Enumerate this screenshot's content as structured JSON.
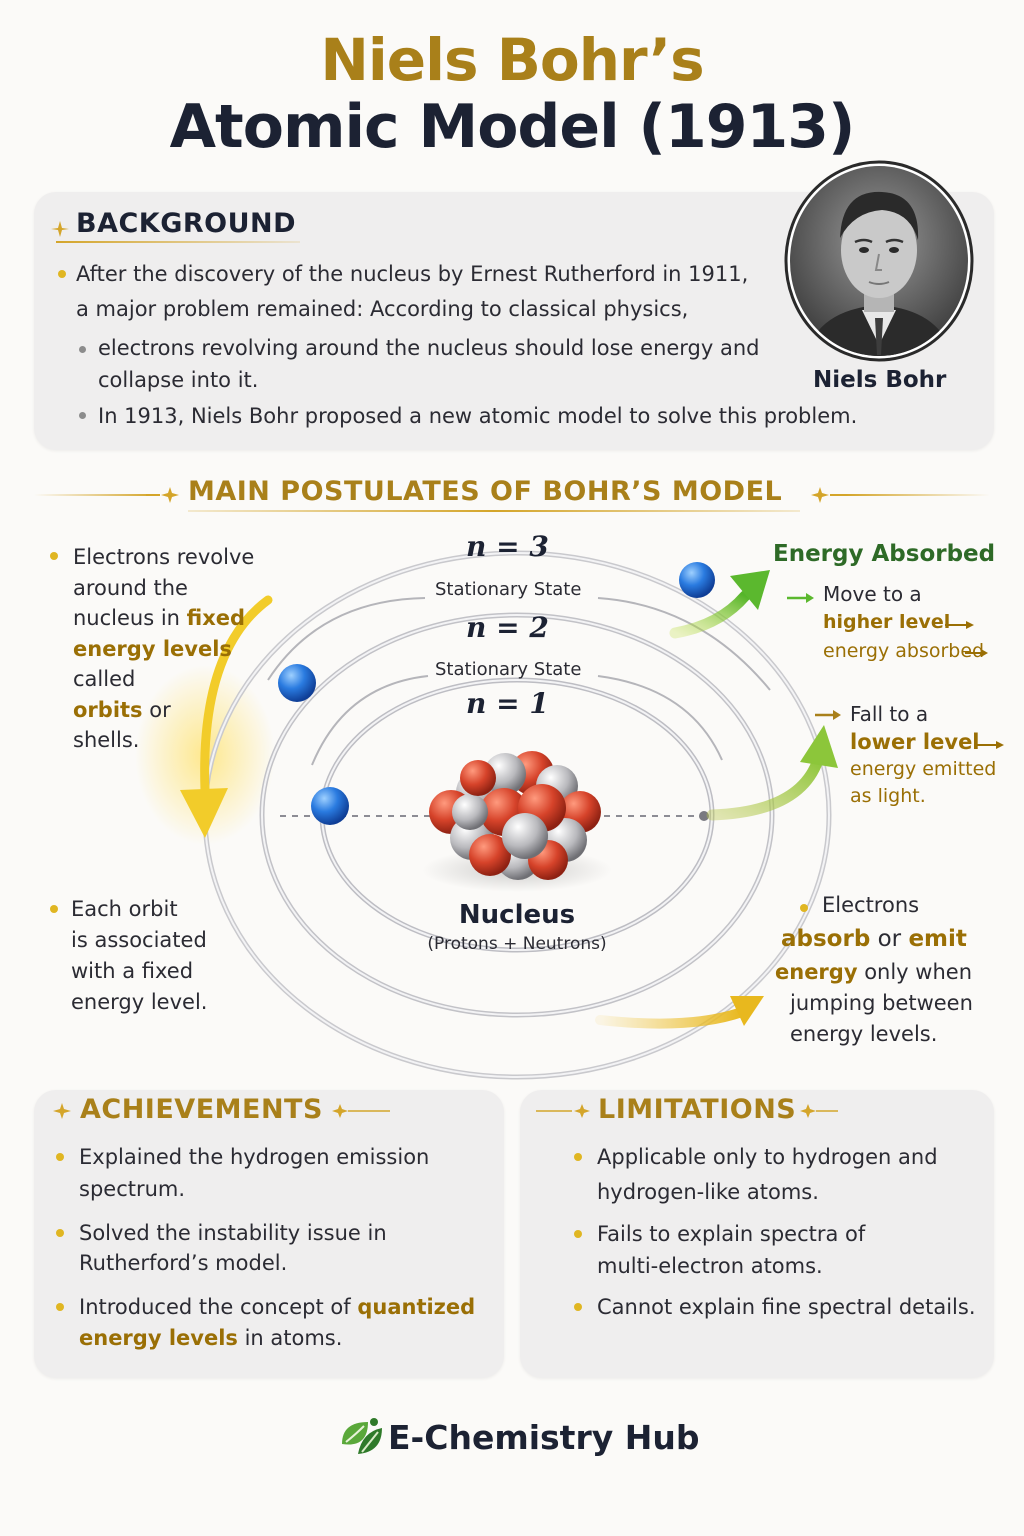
{
  "header": {
    "title_line1": "Niels Bohr’s",
    "title_line2": "Atomic Model (1913)"
  },
  "background": {
    "heading": "BACKGROUND",
    "intro_line1": "After the discovery of the nucleus by Ernest Rutherford in 1911,",
    "intro_line2": "a major problem remained: According to classical physics,",
    "sub1_line1": "electrons revolving around the nucleus should lose energy and",
    "sub1_line2": "collapse into it.",
    "sub2": "In 1913, Niels Bohr proposed a new atomic model to solve this problem.",
    "portrait_caption": "Niels Bohr"
  },
  "postulates": {
    "heading": "MAIN POSTULATES OF BOHR’S MODEL",
    "left_top": {
      "l1": "Electrons revolve",
      "l2": "around the",
      "l3a": "nucleus in ",
      "l3b": "fixed",
      "l4": "energy levels",
      "l5": "called",
      "l6a": "orbits",
      "l6b": " or",
      "l7": "shells."
    },
    "left_bottom": {
      "l1": "Each orbit",
      "l2": "is associated",
      "l3": "with a fixed",
      "l4": "energy level."
    },
    "orbits": {
      "n3": "n = 3",
      "n2": "n = 2",
      "n1": "n = 1",
      "state_a": "Stationary State",
      "state_b": "Stationary State"
    },
    "nucleus": {
      "label": "Nucleus",
      "sub": "(Protons + Neutrons)"
    },
    "absorbed": {
      "heading": "Energy Absorbed",
      "l1": "Move to a",
      "l2": "higher level",
      "l3": "energy absorbed"
    },
    "emitted": {
      "l1": "Fall to a",
      "l2": "lower level",
      "l3": "energy emitted",
      "l4": "as light."
    },
    "right_bottom": {
      "l1": "Electrons",
      "l2a": "absorb",
      "l2b": " or ",
      "l2c": "emit",
      "l3a": "energy",
      "l3b": " only when",
      "l4": "jumping between",
      "l5": "energy levels."
    }
  },
  "achievements": {
    "heading": "ACHIEVEMENTS",
    "i1_l1": "Explained the hydrogen emission",
    "i1_l2": "spectrum.",
    "i2_l1": "Solved the instability issue in",
    "i2_l2": "Rutherford’s model.",
    "i3_l1a": "Introduced the concept of ",
    "i3_l1b": "quantized",
    "i3_l2a": "energy levels",
    "i3_l2b": " in atoms."
  },
  "limitations": {
    "heading": "LIMITATIONS",
    "i1_l1": "Applicable only to hydrogen and",
    "i1_l2": "hydrogen-like atoms.",
    "i2_l1": "Fails to explain spectra of",
    "i2_l2": "multi-electron atoms.",
    "i3": "Cannot explain fine spectral details."
  },
  "footer": {
    "brand": "E-Chemistry Hub",
    "logo_icon": "leaf-icon"
  },
  "colors": {
    "gold": "#a9801a",
    "navy": "#1c2233",
    "green": "#2e6a27",
    "electron_blue": "#1f62c8",
    "proton_red": "#d0402a",
    "neutron_gray": "#b8b8bc"
  }
}
